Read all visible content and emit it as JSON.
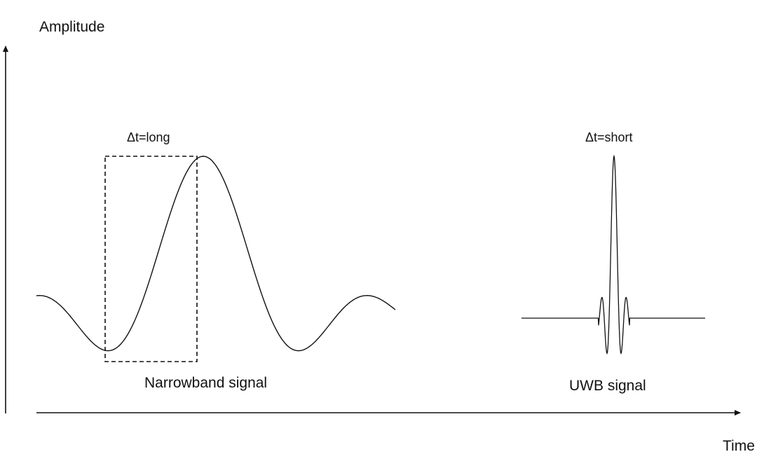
{
  "diagram": {
    "y_axis_label": "Amplitude",
    "x_axis_label": "Time",
    "narrowband": {
      "delta_label": "Δt=long",
      "caption": "Narrowband signal"
    },
    "uwb": {
      "delta_label": "Δt=short",
      "caption": "UWB signal"
    },
    "colors": {
      "stroke": "#111111",
      "background": "#ffffff"
    }
  }
}
